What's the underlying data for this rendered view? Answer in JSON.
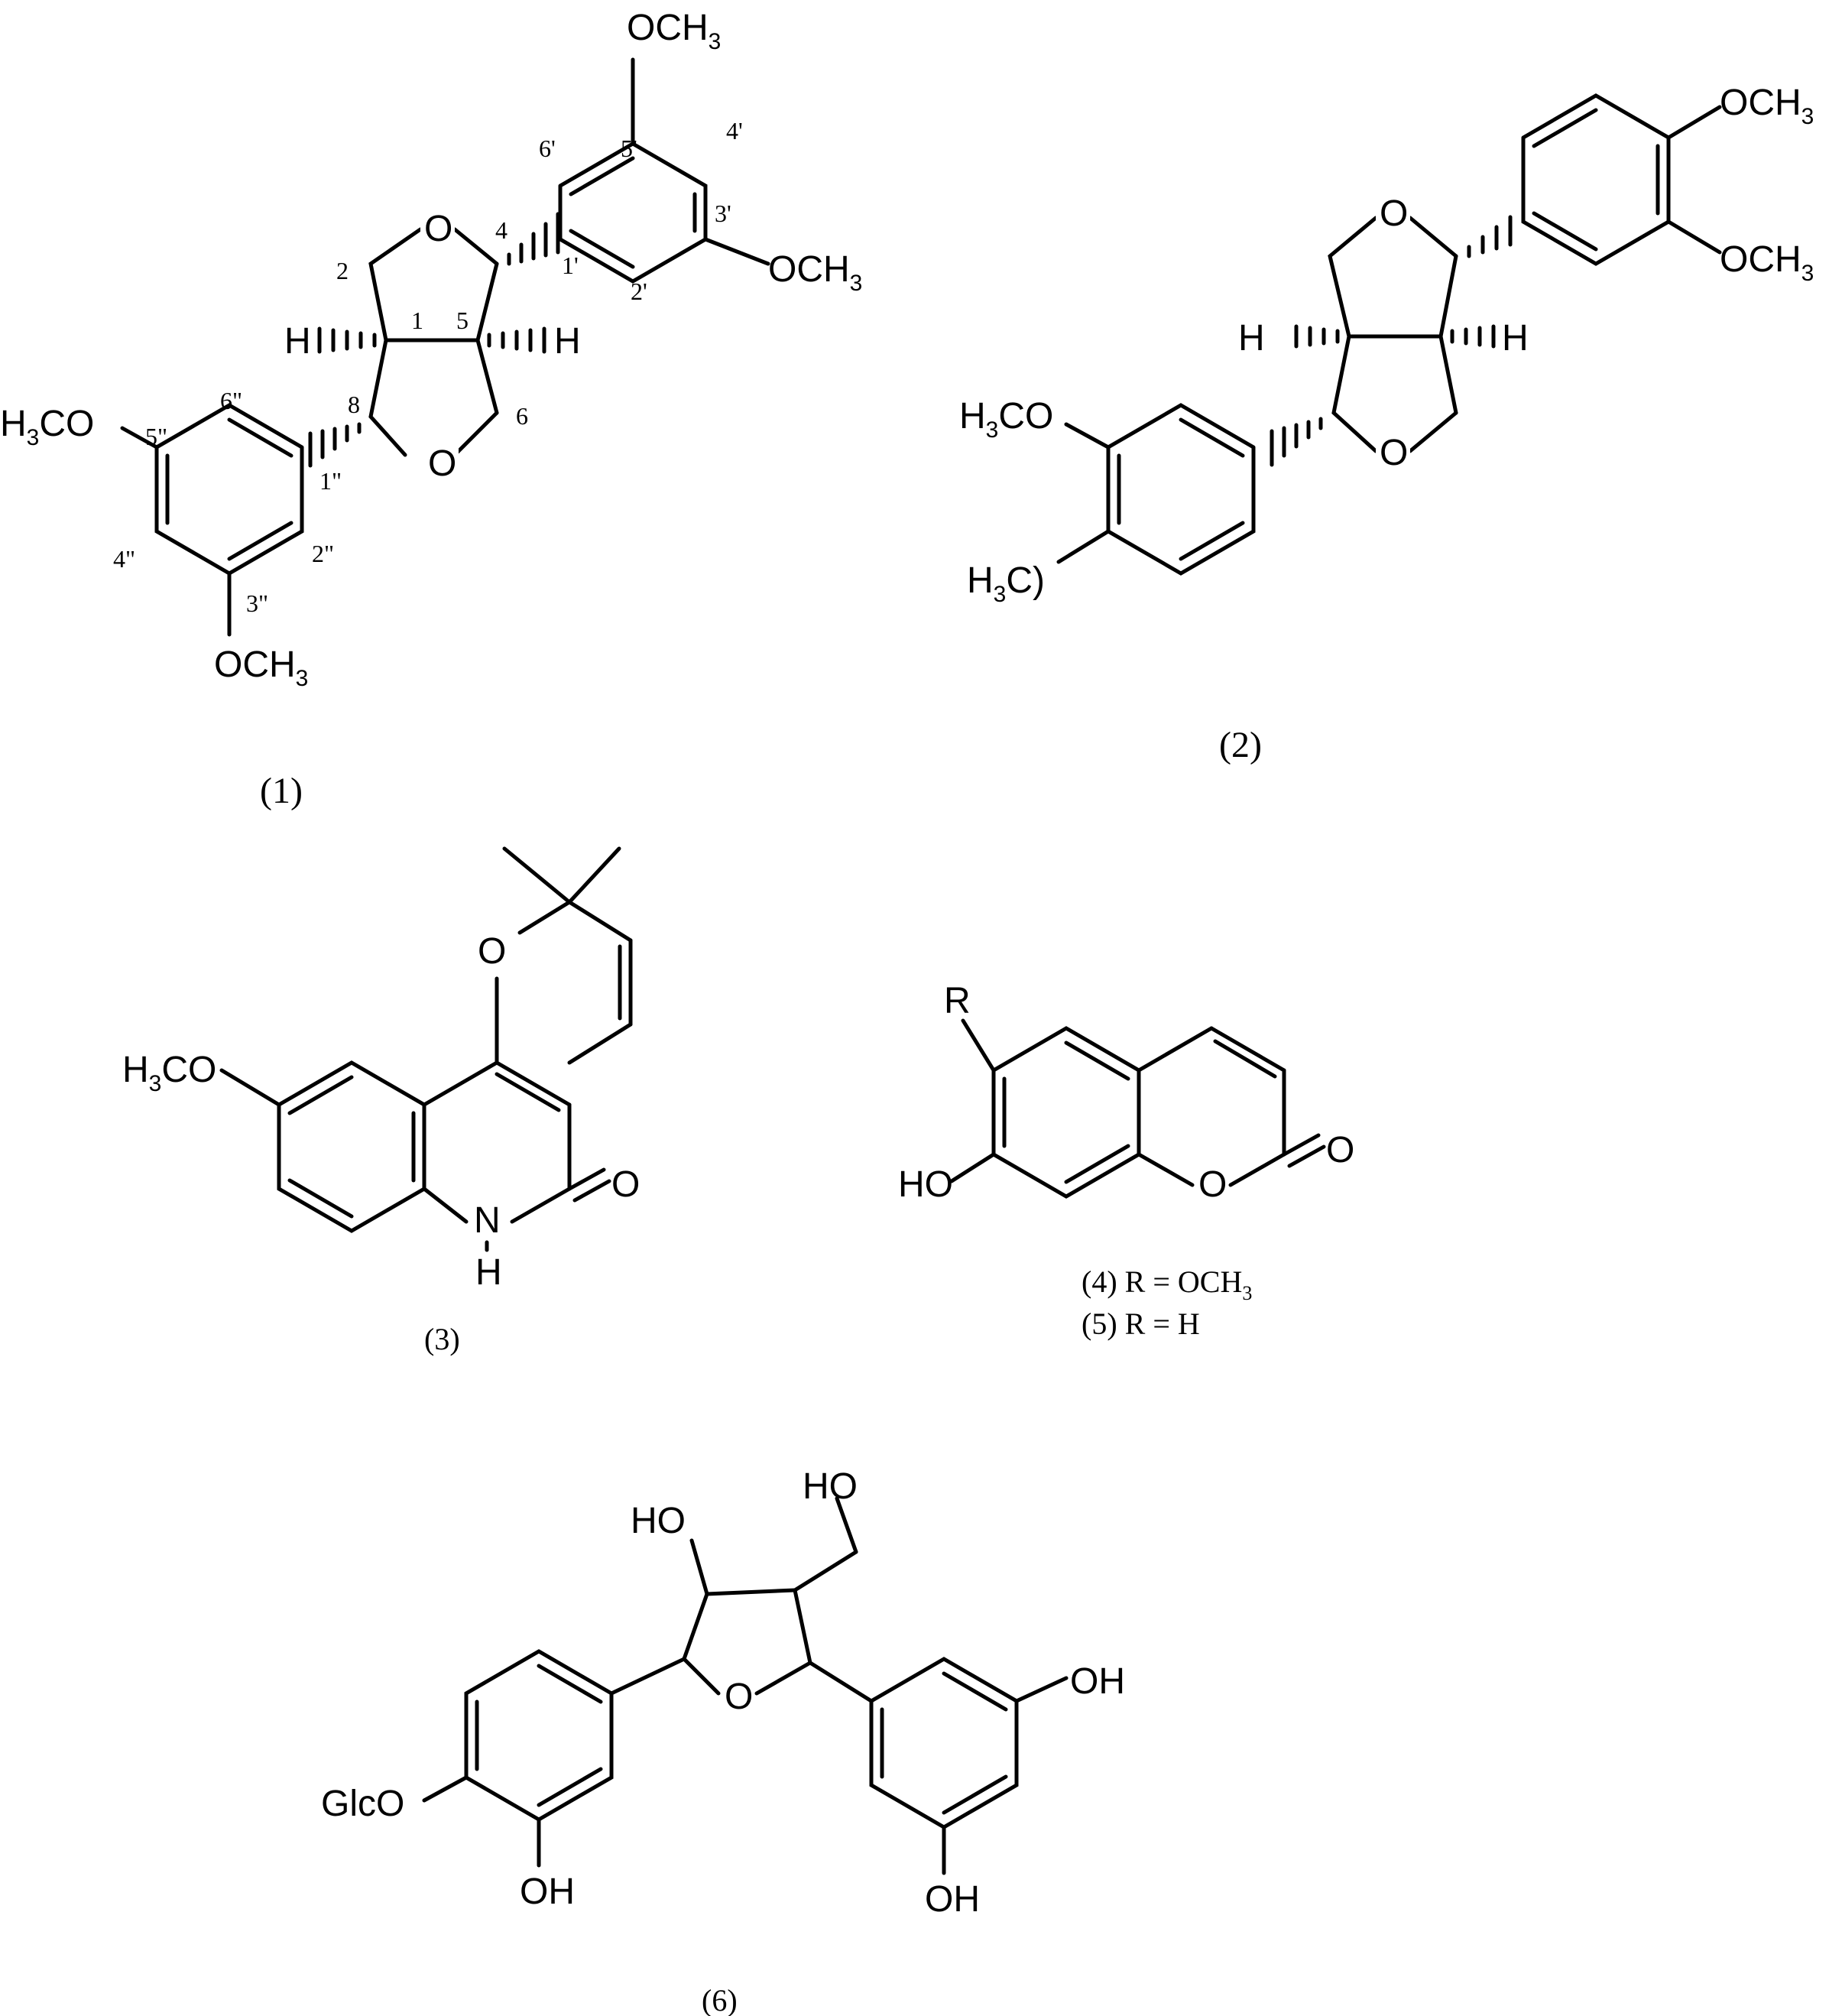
{
  "compounds": [
    {
      "caption": "(1)",
      "labels": {
        "och3_top": "OCH",
        "och3_right": "OCH",
        "och3_bottom": "OCH",
        "h3co_left": "H",
        "h3co_left_rest": "CO",
        "o_upper": "O",
        "o_lower": "O",
        "h_left": "H",
        "h_right": "H"
      },
      "numbering": [
        "2",
        "1",
        "5",
        "4",
        "8",
        "6",
        "1'",
        "2'",
        "3'",
        "4'",
        "5'",
        "6'",
        "1\"",
        "2\"",
        "3\"",
        "4\"",
        "5\"",
        "6\""
      ]
    },
    {
      "caption": "(2)",
      "labels": {
        "och3_top": "OCH",
        "och3_bottom": "OCH",
        "h3co": "H",
        "h3co_rest": "CO",
        "h3c_paren": "H",
        "h3c_paren_rest": "C)",
        "o_upper": "O",
        "o_lower": "O",
        "h_left": "H",
        "h_right": "H"
      }
    },
    {
      "caption": "(3)",
      "labels": {
        "h3co": "H",
        "h3co_rest": "CO",
        "o_ring": "O",
        "o_carbonyl": "O",
        "n": "N",
        "nh": "H"
      }
    },
    {
      "caption_a": "(4)  R = OCH",
      "caption_b": "(5)  R = H",
      "labels": {
        "r": "R",
        "ho": "HO",
        "o_ring": "O",
        "o_carbonyl": "O"
      }
    },
    {
      "caption": "(6)",
      "labels": {
        "ho_top": "HO",
        "ho_left": "HO",
        "oh_right": "OH",
        "oh_bottom": "OH",
        "oh_bottom_left": "OH",
        "glco": "GlcO",
        "o_ring": "O"
      }
    }
  ],
  "subscript": "3"
}
